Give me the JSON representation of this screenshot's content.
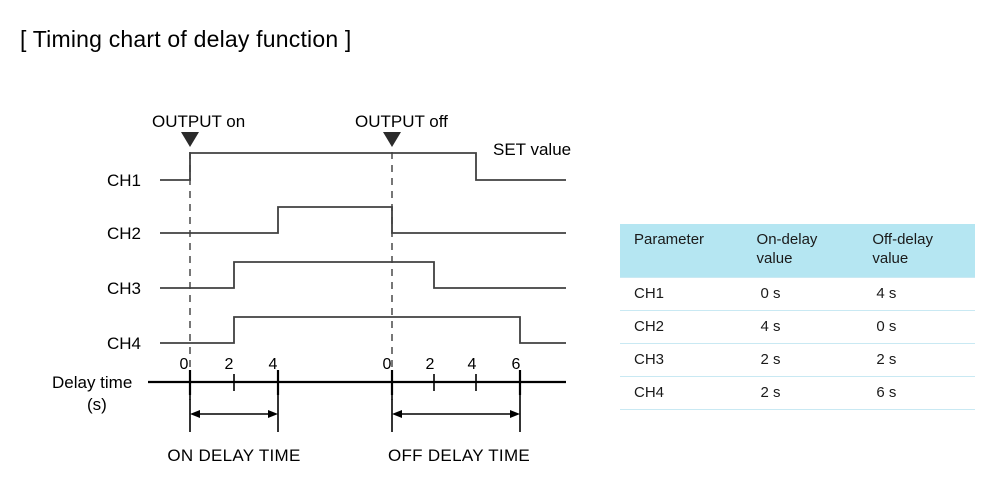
{
  "page": {
    "title": "[ Timing chart of delay function ]",
    "background": "#ffffff"
  },
  "diagram": {
    "markers": {
      "output_on_label": "OUTPUT on",
      "output_off_label": "OUTPUT off",
      "set_value_label": "SET value",
      "marker_icon": "down-triangle-icon"
    },
    "channel_labels": [
      "CH1",
      "CH2",
      "CH3",
      "CH4"
    ],
    "axis": {
      "label_line1": "Delay time",
      "label_line2": "(s)",
      "group1_ticks": [
        "0",
        "2",
        "4"
      ],
      "group2_ticks": [
        "0",
        "2",
        "4",
        "6"
      ]
    },
    "spans": {
      "on_delay_label": "ON DELAY TIME",
      "off_delay_label": "OFF DELAY TIME"
    },
    "colors": {
      "waveform": "#404040",
      "axis": "#000000",
      "dashed_guide": "#555555",
      "text": "#000000"
    }
  },
  "chart_data": {
    "type": "line",
    "title": "[ Timing chart of delay function ]",
    "xlabel": "Delay time (s)",
    "ylabel": "",
    "grid": false,
    "legend": "none",
    "annotations": [
      {
        "text": "OUTPUT on",
        "x_s": 0,
        "phase": "on"
      },
      {
        "text": "OUTPUT off",
        "x_s": 0,
        "phase": "off"
      },
      {
        "text": "SET value",
        "x_s": 6,
        "phase": "off"
      },
      {
        "text": "ON DELAY TIME",
        "from_s": 0,
        "to_s": 4,
        "phase": "on"
      },
      {
        "text": "OFF DELAY TIME",
        "from_s": 0,
        "to_s": 6,
        "phase": "off"
      }
    ],
    "x_axis_groups": [
      {
        "name": "ON DELAY TIME",
        "ticks": [
          0,
          2,
          4
        ]
      },
      {
        "name": "OFF DELAY TIME",
        "ticks": [
          0,
          2,
          4,
          6
        ]
      }
    ],
    "series": [
      {
        "name": "CH1",
        "on_delay_s": 0,
        "off_delay_s": 4,
        "steps": [
          {
            "t": "on+0",
            "level": 1
          },
          {
            "t": "off+4",
            "level": 0
          }
        ]
      },
      {
        "name": "CH2",
        "on_delay_s": 4,
        "off_delay_s": 0,
        "steps": [
          {
            "t": "on+4",
            "level": 1
          },
          {
            "t": "off+0",
            "level": 0
          }
        ]
      },
      {
        "name": "CH3",
        "on_delay_s": 2,
        "off_delay_s": 2,
        "steps": [
          {
            "t": "on+2",
            "level": 1
          },
          {
            "t": "off+2",
            "level": 0
          }
        ]
      },
      {
        "name": "CH4",
        "on_delay_s": 2,
        "off_delay_s": 6,
        "steps": [
          {
            "t": "on+2",
            "level": 1
          },
          {
            "t": "off+6",
            "level": 0
          }
        ]
      }
    ]
  },
  "table": {
    "header": {
      "parameter": "Parameter",
      "on_delay": "On-delay value",
      "off_delay": "Off-delay value",
      "on_delay_line1": "On-delay",
      "on_delay_line2": "value",
      "off_delay_line1": "Off-delay",
      "off_delay_line2": "value"
    },
    "header_background": "#b5e6f2",
    "row_separator": "#c9e9f3",
    "rows": [
      {
        "parameter": "CH1",
        "on_delay": "0 s",
        "off_delay": "4 s"
      },
      {
        "parameter": "CH2",
        "on_delay": "4 s",
        "off_delay": "0 s"
      },
      {
        "parameter": "CH3",
        "on_delay": "2 s",
        "off_delay": "2 s"
      },
      {
        "parameter": "CH4",
        "on_delay": "2 s",
        "off_delay": "6 s"
      }
    ]
  }
}
